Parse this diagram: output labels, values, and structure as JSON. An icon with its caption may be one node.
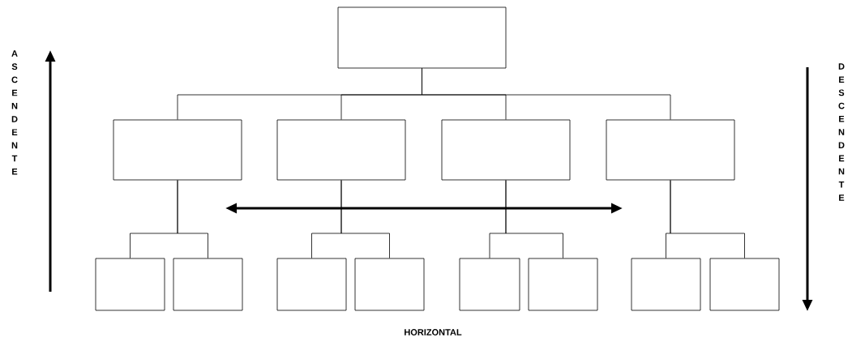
{
  "diagram": {
    "nodes": [
      {
        "text": [],
        "shape": "box"
      },
      {
        "text": [],
        "shape": "box"
      },
      {
        "text": [],
        "shape": "box"
      },
      {
        "text": [],
        "shape": "box"
      },
      {
        "text": [],
        "shape": "box"
      },
      {
        "text": [],
        "shape": "box"
      },
      {
        "text": [],
        "shape": "box"
      },
      {
        "text": [],
        "shape": "box"
      },
      {
        "text": [],
        "shape": "box"
      },
      {
        "text": [],
        "shape": "box"
      },
      {
        "text": [],
        "shape": "box"
      },
      {
        "text": [],
        "shape": "box"
      },
      {
        "text": [],
        "shape": "box"
      }
    ],
    "edges": [
      {
        "from": 0,
        "to": 1,
        "arrow": "none"
      },
      {
        "from": 0,
        "to": 2,
        "arrow": "none"
      },
      {
        "from": 0,
        "to": 3,
        "arrow": "none"
      },
      {
        "from": 0,
        "to": 4,
        "arrow": "none"
      },
      {
        "from": 1,
        "to": 5,
        "arrow": "none"
      },
      {
        "from": 1,
        "to": 6,
        "arrow": "none"
      },
      {
        "from": 2,
        "to": 7,
        "arrow": "none"
      },
      {
        "from": 2,
        "to": 8,
        "arrow": "none"
      },
      {
        "from": 3,
        "to": 9,
        "arrow": "none"
      },
      {
        "from": 3,
        "to": 10,
        "arrow": "none"
      },
      {
        "from": 4,
        "to": 11,
        "arrow": "none"
      },
      {
        "from": 4,
        "to": 12,
        "arrow": "none"
      }
    ],
    "labels": [
      "ASCENDENTE",
      "DESCENDENTE",
      "HORIZONTAL"
    ]
  }
}
